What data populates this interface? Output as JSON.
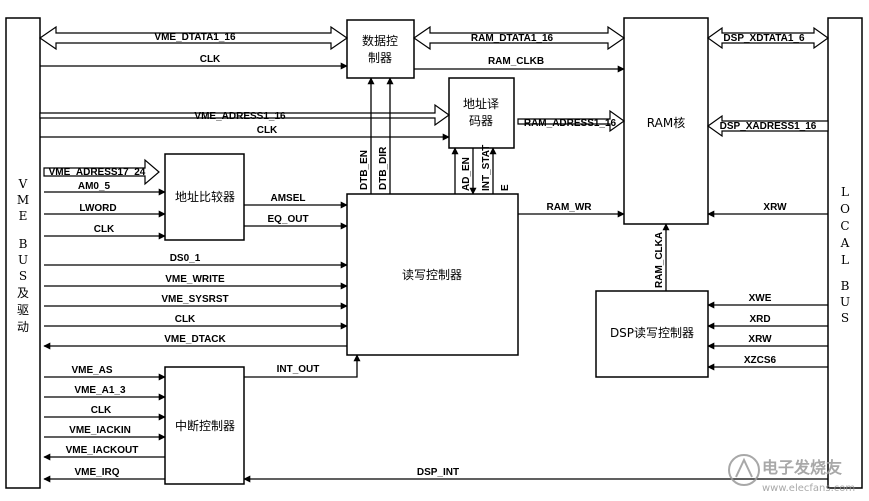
{
  "blocks": {
    "vme_bus": [
      "V",
      "M",
      "E",
      "B",
      "U",
      "S",
      "及",
      "驱",
      "动"
    ],
    "local_bus": [
      "L",
      "O",
      "C",
      "A",
      "L",
      "B",
      "U",
      "S"
    ],
    "data_ctrl": [
      "数据控",
      "制器"
    ],
    "addr_decoder": [
      "地址译",
      "码器"
    ],
    "ram_core": "RAM核",
    "addr_compare": "地址比较器",
    "rw_ctrl": "读写控制器",
    "dsp_rw_ctrl": "DSP读写控制器",
    "int_ctrl": "中断控制器"
  },
  "signals": {
    "vme_dtata": "VME_DTATA1_16",
    "clk_data": "CLK",
    "ram_dtata": "RAM_DTATA1_16",
    "ram_clkb": "RAM_CLKB",
    "dsp_xdtata": "DSP_XDTATA1_6",
    "vme_adress": "VME_ADRESS1_16",
    "clk_addr": "CLK",
    "ram_adress": "RAM_ADRESS1_16",
    "dsp_xadress": "DSP_XADRESS1_16",
    "dtb_en": "DTB_EN",
    "dtb_dir": "DTB_DIR",
    "ad_en": "AD_EN",
    "int_stat": "INT_STAT",
    "e": "E",
    "vme_adress17": "VME_ADRESS17_24",
    "am0_5": "AM0_5",
    "lword": "LWORD",
    "clk_cmp": "CLK",
    "amsel": "AMSEL",
    "eq_out": "EQ_OUT",
    "ram_wr": "RAM_WR",
    "xrw_ram": "XRW",
    "ds0_1": "DS0_1",
    "vme_write": "VME_WRITE",
    "vme_sysrst": "VME_SYSRST",
    "clk_rw": "CLK",
    "vme_dtack": "VME_DTACK",
    "ram_clka": "RAM_CLKA",
    "xwe": "XWE",
    "xrd": "XRD",
    "xrw_dsp": "XRW",
    "xzcs6": "XZCS6",
    "vme_as": "VME_AS",
    "int_out": "INT_OUT",
    "vme_a1_3": "VME_A1_3",
    "clk_int": "CLK",
    "vme_iackin": "VME_IACKIN",
    "vme_iackout": "VME_IACKOUT",
    "vme_irq": "VME_IRQ",
    "dsp_int": "DSP_INT"
  },
  "watermark": {
    "name": "电子发烧友",
    "url": "www.elecfans.com"
  }
}
